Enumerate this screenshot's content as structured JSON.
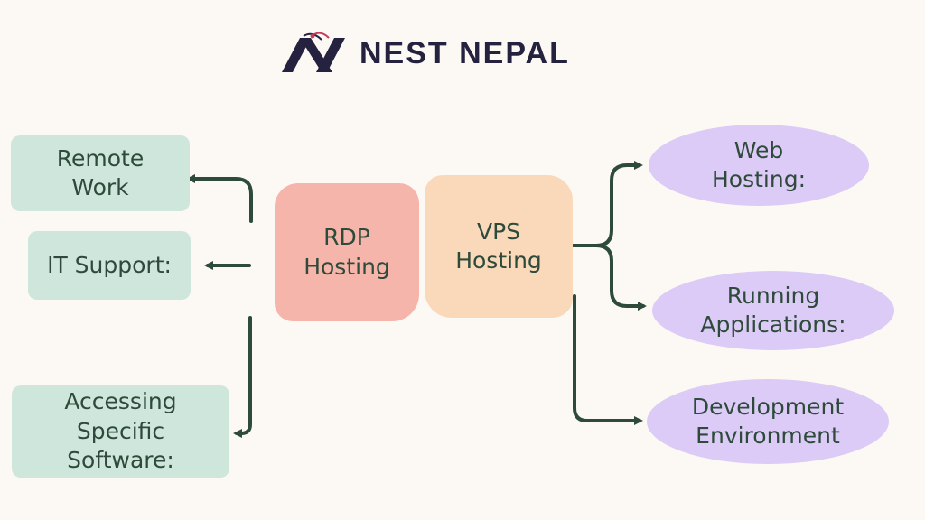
{
  "brand": {
    "name": "NEST NEPAL",
    "logo_icon": "nest-nepal-logo"
  },
  "colors": {
    "background": "#fcf9f4",
    "connector": "#2d4a3a",
    "rdp": "#f6b5ab",
    "vps": "#f9d9ba",
    "rdp_uses": "#cfe6dc",
    "vps_uses": "#dccbf6",
    "brand_text": "#25223f"
  },
  "diagram": {
    "rdp": {
      "label": "RDP\nHosting",
      "uses": [
        {
          "label": "Remote\nWork"
        },
        {
          "label": "IT Support:"
        },
        {
          "label": "Accessing\nSpecific\nSoftware:"
        }
      ]
    },
    "vps": {
      "label": "VPS\nHosting",
      "uses": [
        {
          "label": "Web\nHosting:"
        },
        {
          "label": "Running\nApplications:"
        },
        {
          "label": "Development\nEnvironment"
        }
      ]
    }
  }
}
